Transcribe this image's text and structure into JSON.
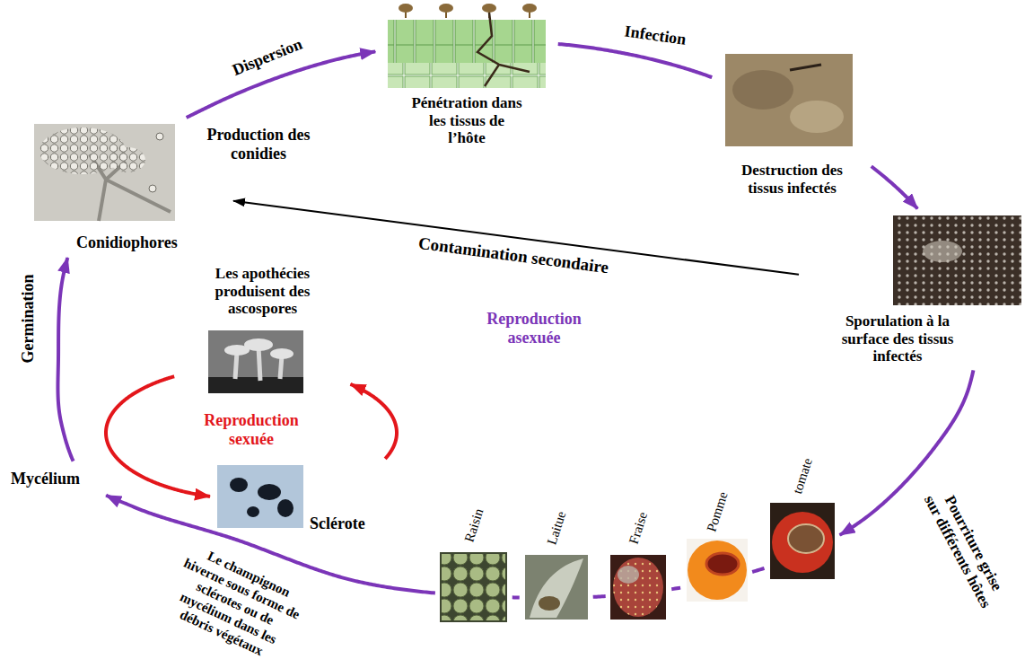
{
  "diagram": {
    "nodes": [
      {
        "text": [
          "Conidiophores"
        ]
      },
      {
        "text": [
          "Pénétration dans les tissus de l’hôte"
        ]
      },
      {
        "text": [
          "Destruction des tissus infectés"
        ]
      },
      {
        "text": [
          "Sporulation à la surface des tissus infectés"
        ]
      },
      {
        "text": [
          "Raisin"
        ]
      },
      {
        "text": [
          "Laitue"
        ]
      },
      {
        "text": [
          "Fraise"
        ]
      },
      {
        "text": [
          "Pomme"
        ]
      },
      {
        "text": [
          "tomate"
        ]
      },
      {
        "text": [
          "Mycélium"
        ]
      },
      {
        "text": [
          "Les apothécies produisent des ascospores"
        ]
      },
      {
        "text": [
          "Sclérote"
        ]
      }
    ],
    "edges": [
      {
        "from": 0,
        "to": 1,
        "arrow": "to",
        "label": "Dispersion"
      },
      {
        "from": 1,
        "to": 2,
        "arrow": "none",
        "label": "Infection"
      },
      {
        "from": 2,
        "to": 3,
        "arrow": "to"
      },
      {
        "from": 3,
        "to": 0,
        "arrow": "to",
        "label": "Contamination secondaire"
      },
      {
        "from": 3,
        "to": 8,
        "arrow": "to",
        "label": "Pourriture grise sur différents hôtes"
      },
      {
        "from": 8,
        "to": 7,
        "arrow": "none"
      },
      {
        "from": 7,
        "to": 6,
        "arrow": "none"
      },
      {
        "from": 6,
        "to": 5,
        "arrow": "none"
      },
      {
        "from": 5,
        "to": 4,
        "arrow": "none"
      },
      {
        "from": 4,
        "to": 9,
        "arrow": "to",
        "label": "Le champignon hiverne sous forme de sclérotes ou de mycélium dans les débris végétaux"
      },
      {
        "from": 9,
        "to": 0,
        "arrow": "to",
        "label": "Germination"
      },
      {
        "from": 11,
        "to": 10,
        "arrow": "to"
      },
      {
        "from": 10,
        "to": 11,
        "arrow": "to"
      }
    ],
    "labels": [
      "Production des conidies",
      "Reproduction asexuée",
      "Reproduction sexuée"
    ]
  }
}
